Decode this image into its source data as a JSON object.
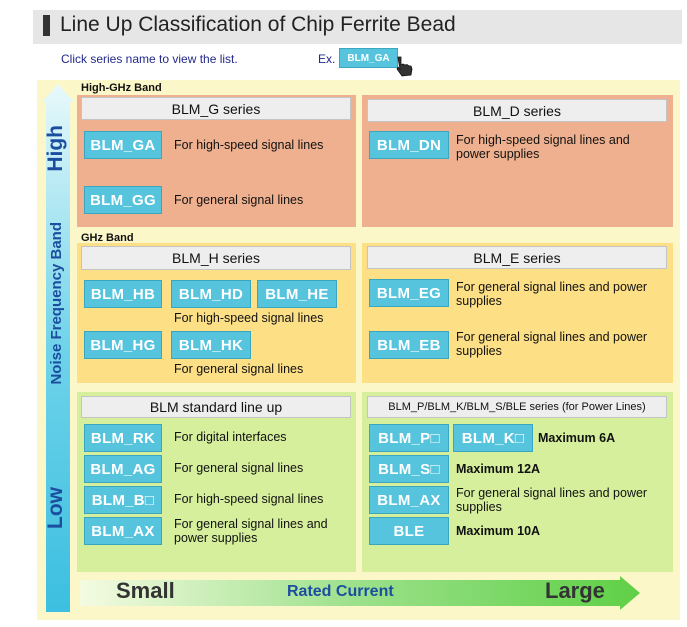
{
  "title": "Line Up Classification of Chip Ferrite Bead",
  "hint": "Click series name to view the list.",
  "example": {
    "label": "Ex.",
    "button": "BLM_GA"
  },
  "vertical_axis": {
    "high": "High",
    "title": "Noise Frequency Band",
    "low": "Low"
  },
  "horizontal_axis": {
    "small": "Small",
    "title": "Rated Current",
    "large": "Large"
  },
  "bands": {
    "high_ghz": "High-GHz Band",
    "ghz": "GHz Band"
  },
  "blm_g": {
    "header": "BLM_G series",
    "ga": "BLM_GA",
    "ga_desc": "For high-speed signal lines",
    "gg": "BLM_GG",
    "gg_desc": "For general signal lines"
  },
  "blm_d": {
    "header": "BLM_D series",
    "dn": "BLM_DN",
    "dn_desc": "For high-speed signal lines and power supplies"
  },
  "blm_h": {
    "header": "BLM_H series",
    "hb": "BLM_HB",
    "hd": "BLM_HD",
    "he": "BLM_HE",
    "hs_desc": "For high-speed signal lines",
    "hg": "BLM_HG",
    "hk": "BLM_HK",
    "gen_desc": "For general signal lines"
  },
  "blm_e": {
    "header": "BLM_E series",
    "eg": "BLM_EG",
    "eg_desc": "For general signal lines and power supplies",
    "eb": "BLM_EB",
    "eb_desc": "For general signal lines and power supplies"
  },
  "blm_std": {
    "header": "BLM standard line up",
    "rk": "BLM_RK",
    "rk_desc": "For digital interfaces",
    "ag": "BLM_AG",
    "ag_desc": "For general signal lines",
    "b": "BLM_B□",
    "b_desc": "For high-speed signal lines",
    "ax": "BLM_AX",
    "ax_desc": "For general signal lines and power supplies"
  },
  "blm_power": {
    "header": "BLM_P/BLM_K/BLM_S/BLE series",
    "header_note": "(for Power Lines)",
    "p": "BLM_P□",
    "k": "BLM_K□",
    "pk_desc": "Maximum 6A",
    "s": "BLM_S□",
    "s_desc": "Maximum 12A",
    "ax": "BLM_AX",
    "ax_desc": "For general signal lines and power supplies",
    "ble": "BLE",
    "ble_desc": "Maximum 10A"
  },
  "colors": {
    "high_ghz_panel": "#efb08f",
    "ghz_panel": "#fddf85",
    "low_panel": "#d6ef9c",
    "button": "#55c4dc",
    "axis_text": "#1c4ea0"
  }
}
